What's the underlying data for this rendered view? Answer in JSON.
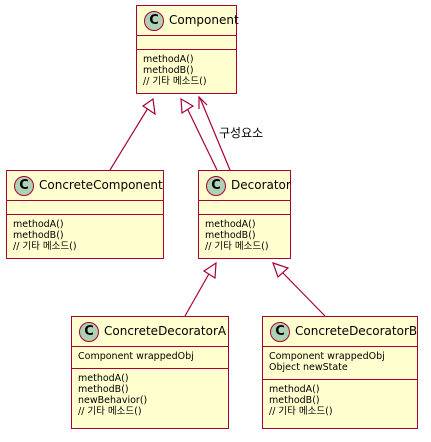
{
  "colors": {
    "box_fill": "#FEFECE",
    "border": "#A80036",
    "class_circle": "#ADD1B2"
  },
  "classes": {
    "component": {
      "stereotype": "C",
      "name": "Component",
      "fields": [],
      "methods": [
        "methodA()",
        "methodB()",
        "// 기타 메소드()"
      ]
    },
    "concrete_component": {
      "stereotype": "C",
      "name": "ConcreteComponent",
      "fields": [],
      "methods": [
        "methodA()",
        "methodB()",
        "// 기타 메소드()"
      ]
    },
    "decorator": {
      "stereotype": "C",
      "name": "Decorator",
      "fields": [],
      "methods": [
        "methodA()",
        "methodB()",
        "// 기타 메소드()"
      ]
    },
    "concrete_decorator_a": {
      "stereotype": "C",
      "name": "ConcreteDecoratorA",
      "fields": [
        "Component wrappedObj"
      ],
      "methods": [
        "methodA()",
        "methodB()",
        "newBehavior()",
        "// 기타 메소드()"
      ]
    },
    "concrete_decorator_b": {
      "stereotype": "C",
      "name": "ConcreteDecoratorB",
      "fields": [
        "Component wrappedObj",
        "Object newState"
      ],
      "methods": [
        "methodA()",
        "methodB()",
        "// 기타 메소드()"
      ]
    }
  },
  "relations": [
    {
      "from": "concrete_component",
      "to": "component",
      "kind": "inheritance"
    },
    {
      "from": "decorator",
      "to": "component",
      "kind": "inheritance"
    },
    {
      "from": "decorator",
      "to": "component",
      "kind": "association",
      "label": "구성요소"
    },
    {
      "from": "concrete_decorator_a",
      "to": "decorator",
      "kind": "inheritance"
    },
    {
      "from": "concrete_decorator_b",
      "to": "decorator",
      "kind": "inheritance"
    }
  ]
}
